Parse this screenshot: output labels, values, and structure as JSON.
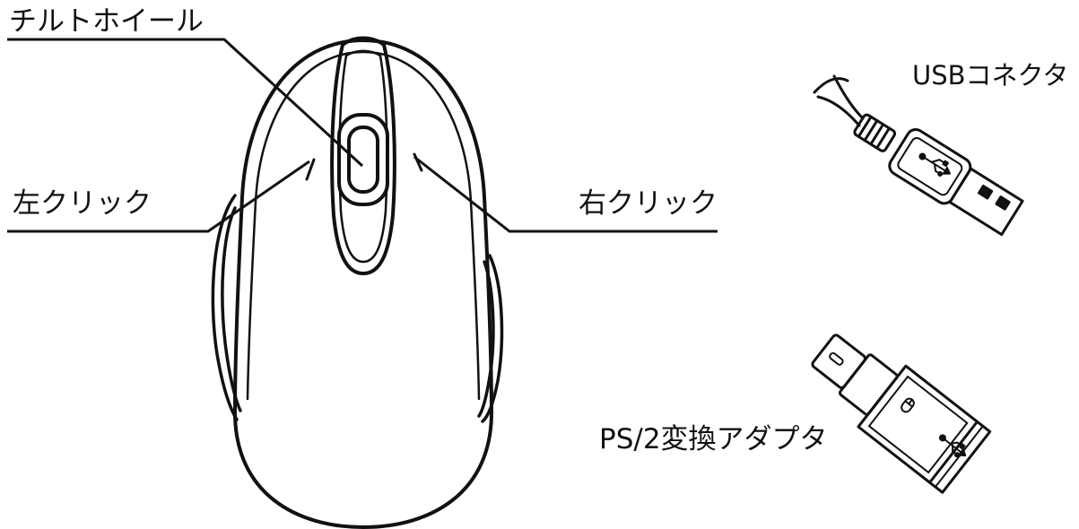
{
  "labels": {
    "tilt_wheel": "チルトホイール",
    "left_click": "左クリック",
    "right_click": "右クリック",
    "usb_connector": "USBコネクタ",
    "ps2_adapter": "PS/2変換アダプタ"
  },
  "colors": {
    "stroke": "#111111",
    "background": "#ffffff"
  },
  "icons": {
    "usb_symbol": "usb-icon",
    "mouse_symbol": "mouse-icon"
  }
}
